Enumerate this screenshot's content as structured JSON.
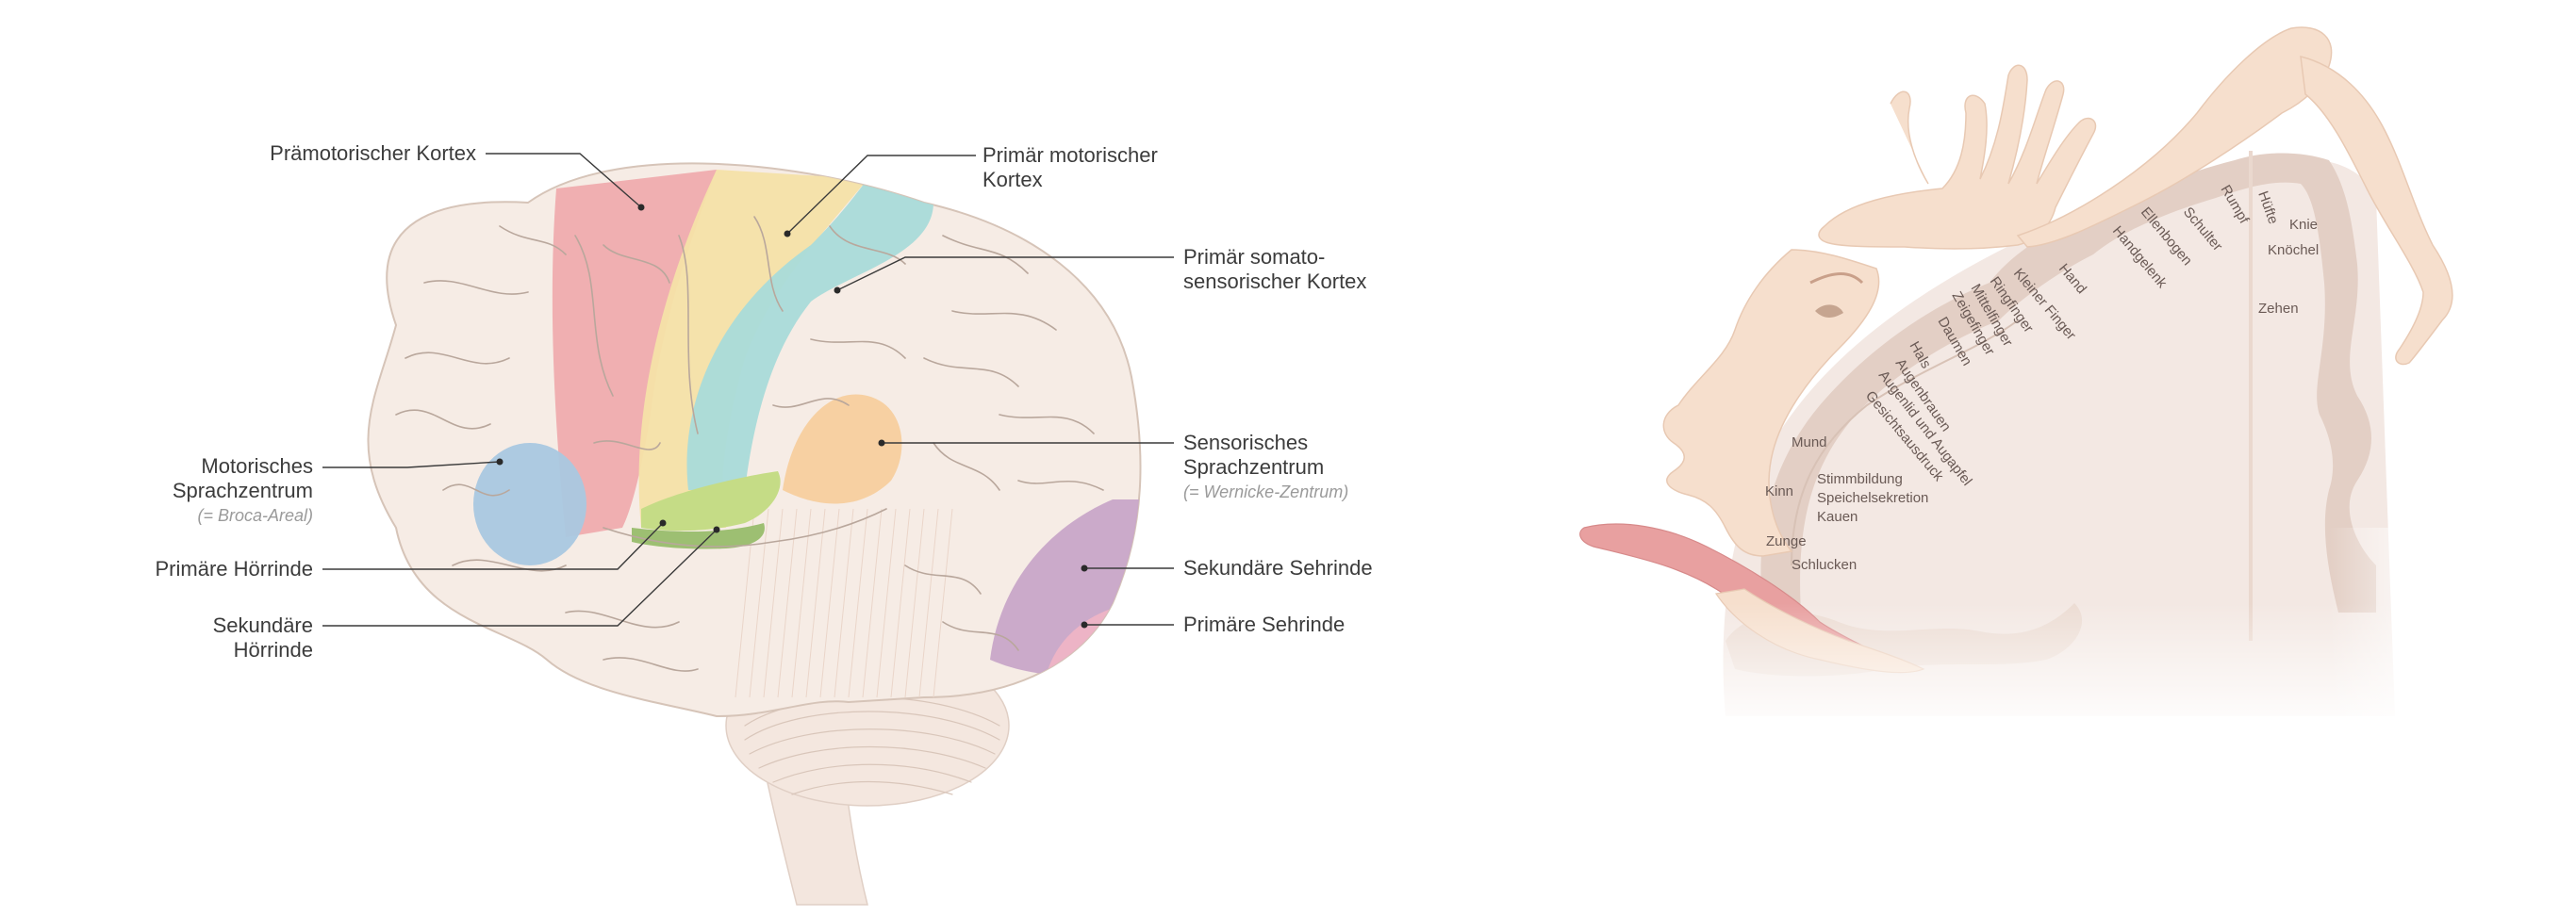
{
  "lateral_view": {
    "labels": {
      "premotor": "Prämotorischer Kortex",
      "primary_motor_1": "Primär motorischer",
      "primary_motor_2": "Kortex",
      "somato_1": "Primär somato-",
      "somato_2": "sensorischer Kortex",
      "broca_1": "Motorisches",
      "broca_2": "Sprachzentrum",
      "broca_note": "(= Broca-Areal)",
      "wernicke_1": "Sensorisches",
      "wernicke_2": "Sprachzentrum",
      "wernicke_note": "(= Wernicke-Zentrum)",
      "primary_auditory": "Primäre Hörrinde",
      "secondary_auditory_1": "Sekundäre",
      "secondary_auditory_2": "Hörrinde",
      "secondary_visual": "Sekundäre Sehrinde",
      "primary_visual": "Primäre Sehrinde"
    },
    "colors": {
      "brain": "#f6ece5",
      "premotor": "#f0a9ab",
      "primary_motor": "#f4e2a8",
      "somatosensory": "#a9dbd9",
      "broca": "#a9c8e0",
      "wernicke": "#f7cf9e",
      "primary_auditory": "#c5dc86",
      "secondary_auditory": "#9dbf72",
      "secondary_visual": "#c8a6c8",
      "primary_visual": "#eeb4c5"
    }
  },
  "homunculus": {
    "labels": {
      "hip": "Hüfte",
      "knee": "Knie",
      "ankle": "Knöchel",
      "toes": "Zehen",
      "trunk": "Rumpf",
      "shoulder": "Schulter",
      "elbow": "Ellenbogen",
      "wrist": "Handgelenk",
      "hand": "Hand",
      "little_finger": "Kleiner Finger",
      "ring_finger": "Ringfinger",
      "middle_finger": "Mittelfinger",
      "index_finger": "Zeigefinger",
      "thumb": "Daumen",
      "neck": "Hals",
      "eyebrows": "Augenbrauen",
      "eyelid": "Augenlid und Augapfel",
      "face": "Gesichtsausdruck",
      "mouth": "Mund",
      "chin": "Kinn",
      "voice": "Stimmbildung",
      "saliva": "Speichelsekretion",
      "chewing": "Kauen",
      "tongue": "Zunge",
      "swallowing": "Schlucken"
    },
    "colors": {
      "skin": "#f6dfcd",
      "cortex_band": "#e3cfc5",
      "brain_section": "#f3e8e3"
    }
  }
}
